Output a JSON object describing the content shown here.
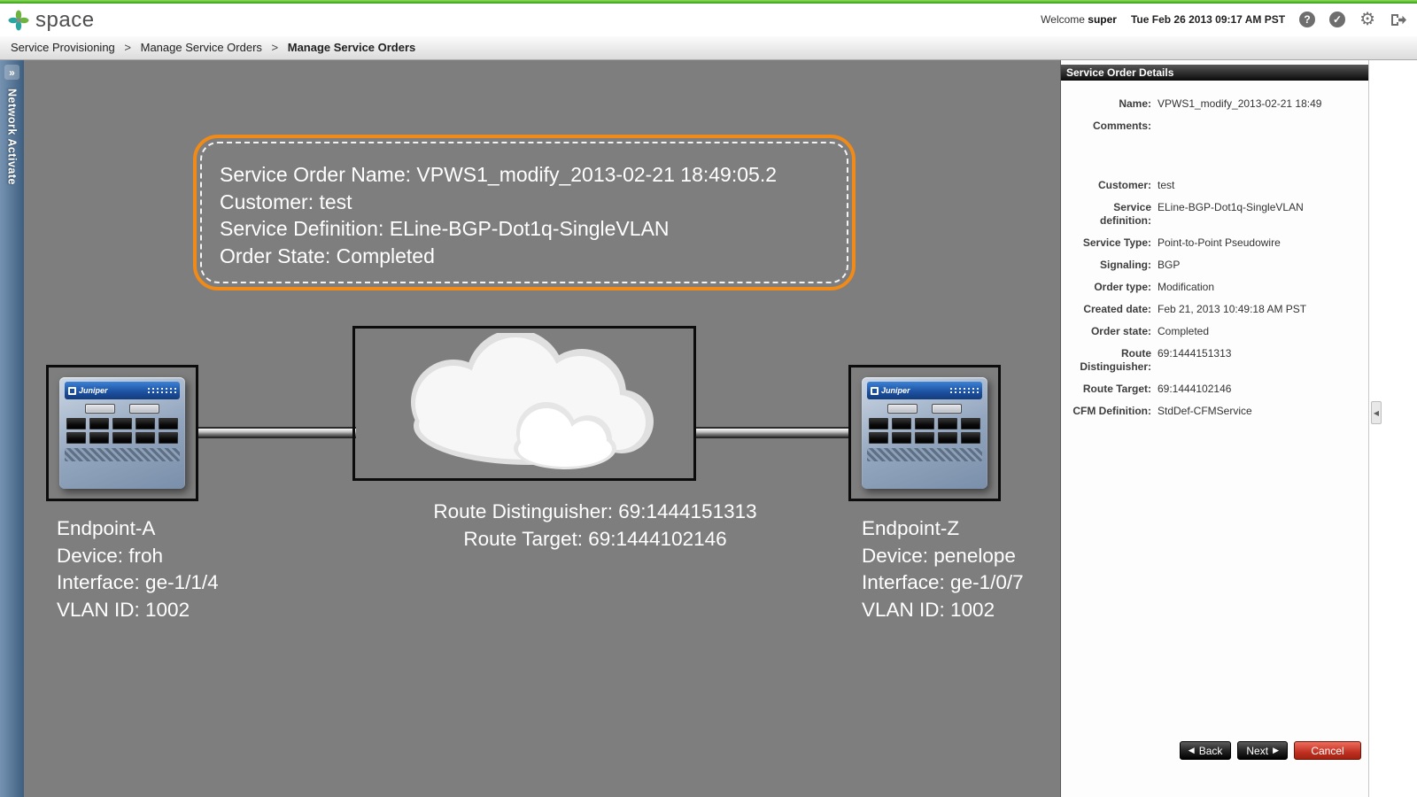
{
  "header": {
    "logo_text": "space",
    "welcome_label": "Welcome",
    "welcome_user": "super",
    "datetime": "Tue Feb 26 2013 09:17 AM PST"
  },
  "breadcrumb": {
    "items": [
      "Service Provisioning",
      "Manage Service Orders",
      "Manage Service Orders"
    ],
    "separator": ">"
  },
  "sidebar": {
    "title": "Network Activate"
  },
  "glyphs": {
    "back_arrow": "◀",
    "next_arrow": "▶",
    "sidebar_expand": "»",
    "panel_collapse": "◀",
    "help": "?",
    "check": "✓",
    "gear": "⚙"
  },
  "diagram": {
    "order_box": {
      "lines": [
        "Service Order Name: VPWS1_modify_2013-02-21 18:49:05.2",
        "Customer: test",
        "Service Definition: ELine-BGP-Dot1q-SingleVLAN",
        "Order State: Completed"
      ]
    },
    "device_brand": "Juniper",
    "endpoint_a": {
      "lines": [
        "Endpoint-A",
        "Device: froh",
        "Interface: ge-1/1/4",
        "VLAN ID: 1002"
      ]
    },
    "endpoint_z": {
      "lines": [
        "Endpoint-Z",
        "Device: penelope",
        "Interface: ge-1/0/7",
        "VLAN ID: 1002"
      ]
    },
    "cloud_labels": [
      "Route Distinguisher: 69:1444151313",
      "Route Target: 69:1444102146"
    ]
  },
  "details_panel": {
    "title": "Service Order Details",
    "fields": [
      {
        "label": "Name:",
        "value": "VPWS1_modify_2013-02-21 18:49"
      },
      {
        "label": "Comments:",
        "value": ""
      },
      {
        "label": "Customer:",
        "value": "test"
      },
      {
        "label": "Service definition:",
        "value": "ELine-BGP-Dot1q-SingleVLAN"
      },
      {
        "label": "Service Type:",
        "value": "Point-to-Point Pseudowire"
      },
      {
        "label": "Signaling:",
        "value": "BGP"
      },
      {
        "label": "Order type:",
        "value": "Modification"
      },
      {
        "label": "Created date:",
        "value": "Feb 21, 2013 10:49:18 AM PST"
      },
      {
        "label": "Order state:",
        "value": "Completed"
      },
      {
        "label": "Route Distinguisher:",
        "value": "69:1444151313"
      },
      {
        "label": "Route Target:",
        "value": "69:1444102146"
      },
      {
        "label": "CFM Definition:",
        "value": "StdDef-CFMService"
      }
    ]
  },
  "footer": {
    "back": "Back",
    "next": "Next",
    "cancel": "Cancel"
  },
  "colors": {
    "accent_orange": "#f08a18",
    "cancel_red": "#c03122",
    "header_green": "#2f9c12"
  }
}
